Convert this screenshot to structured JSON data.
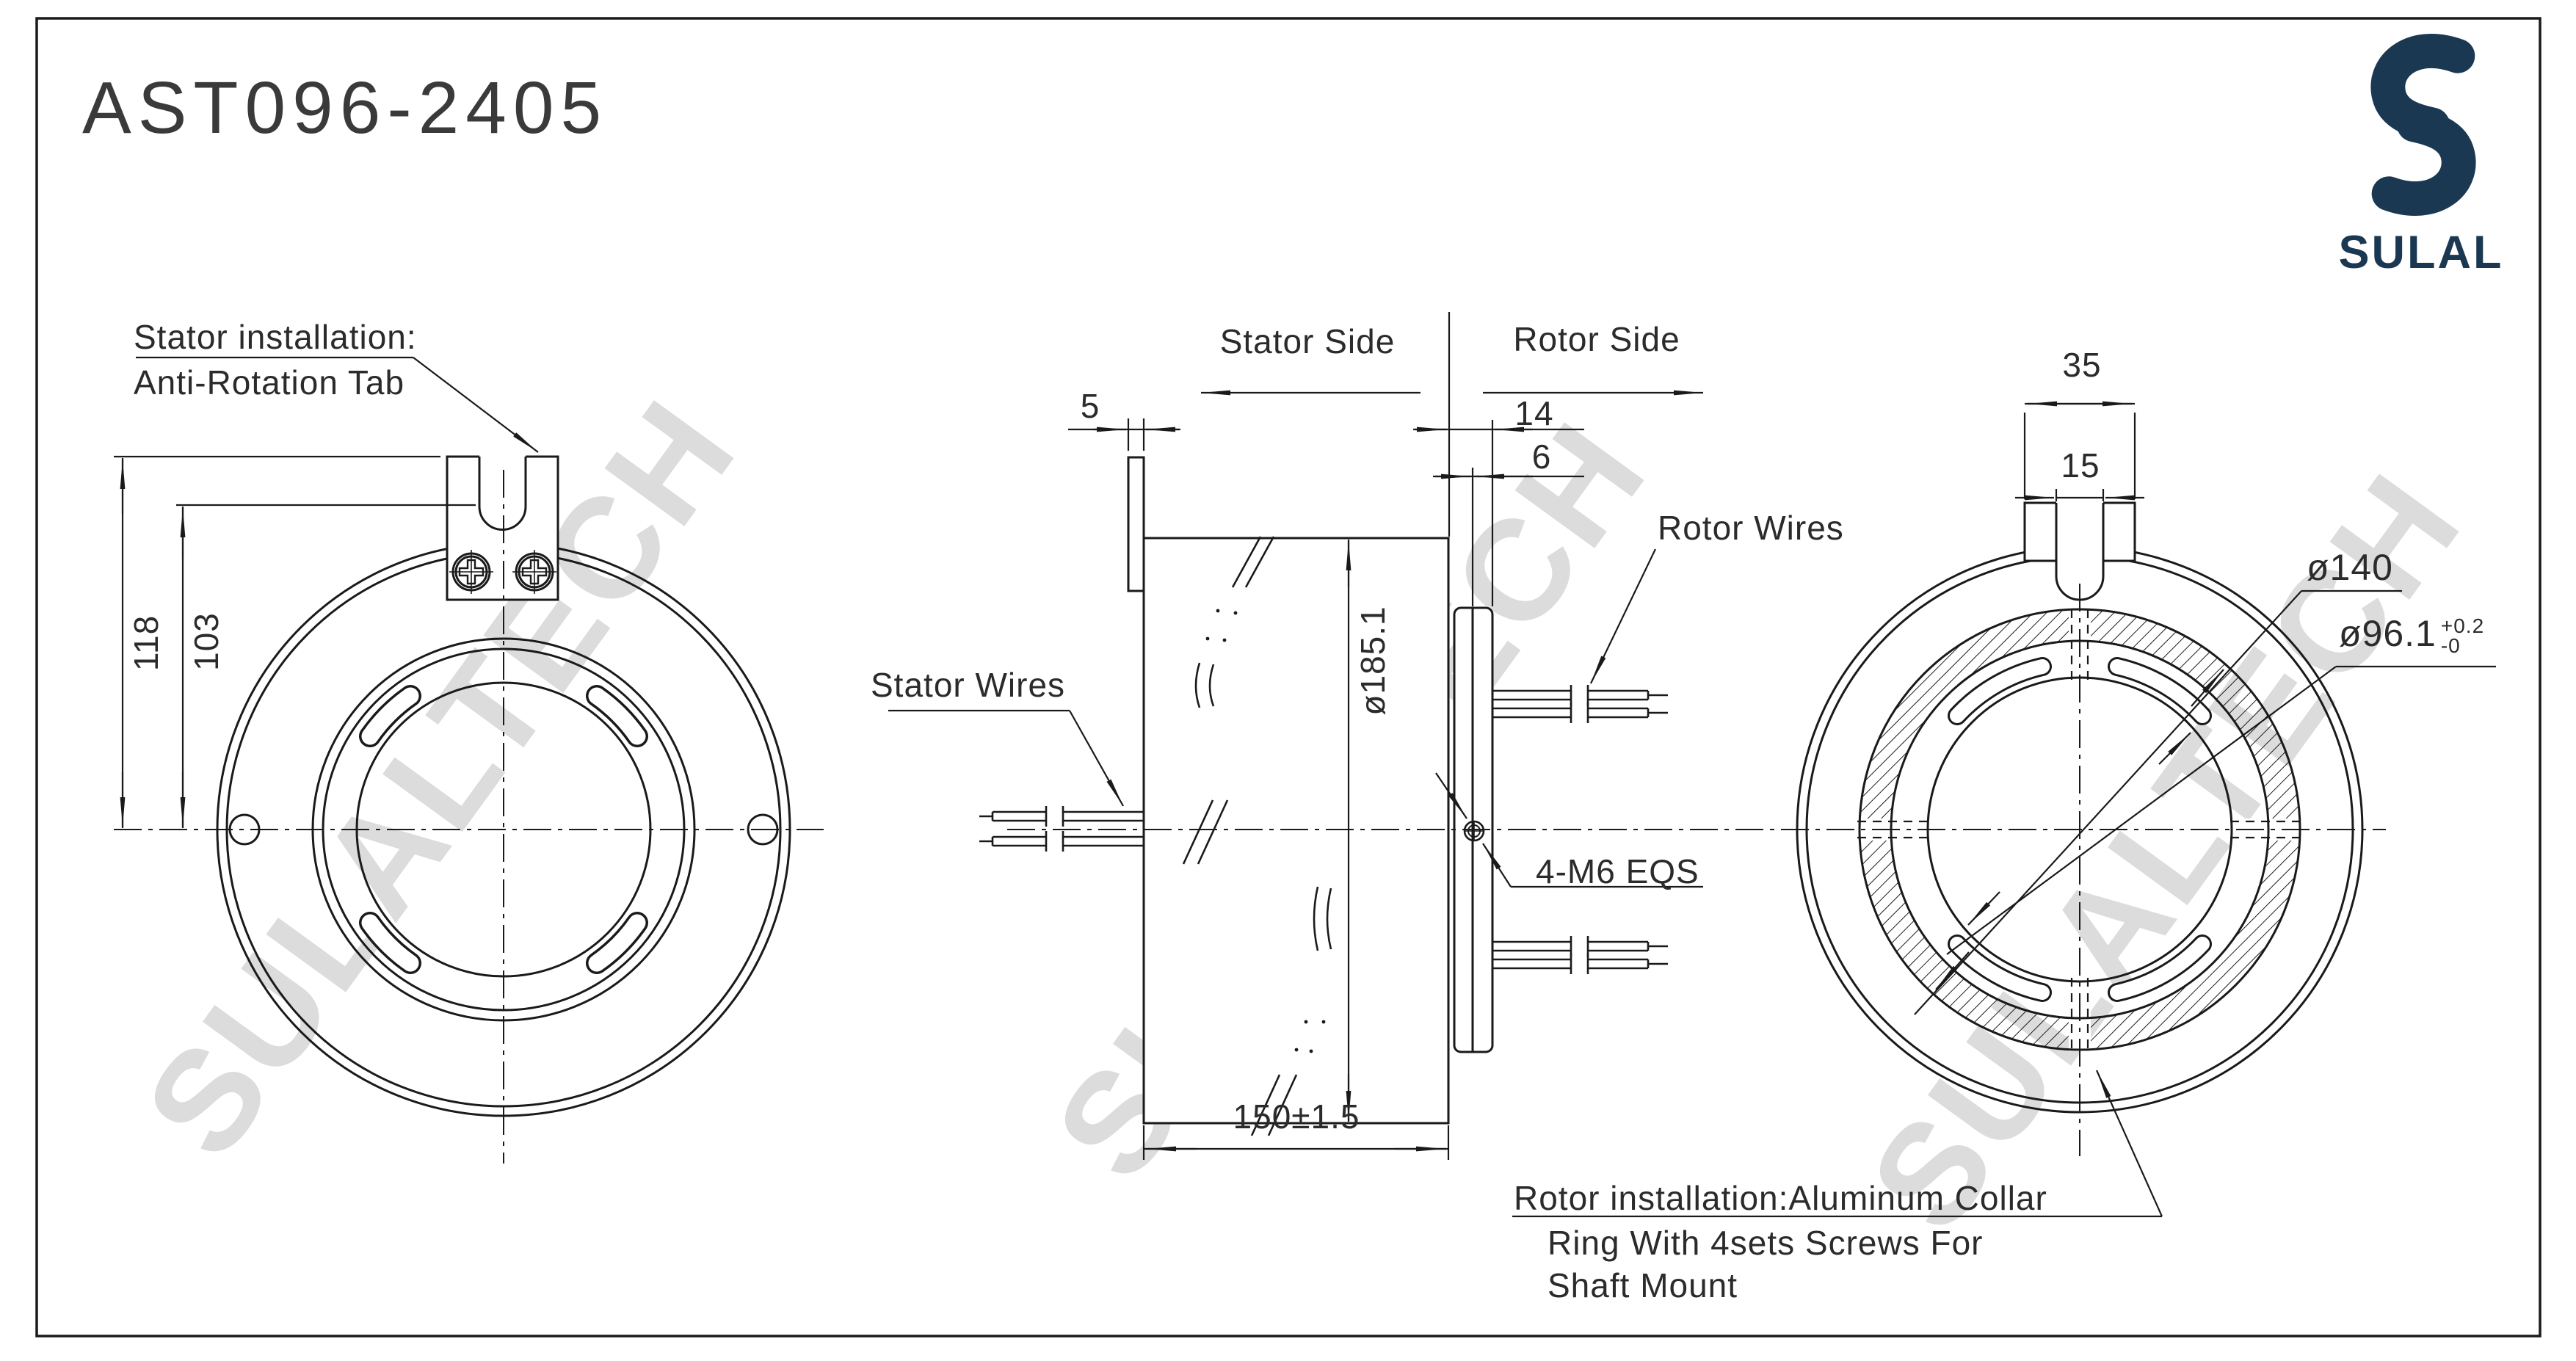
{
  "title": "AST096-2405",
  "logo": {
    "brand": "SULAL"
  },
  "watermark": {
    "text": "SULALTECH"
  },
  "colors": {
    "line": "#1a1a1a",
    "navy": "#1b3852",
    "watermark": "#dcdcdc"
  },
  "left_view": {
    "label_line1": "Stator installation:",
    "label_line2": "Anti-Rotation Tab",
    "dim_outer": "118",
    "dim_inner": "103"
  },
  "side_view": {
    "stator_side": "Stator Side",
    "rotor_side": "Rotor Side",
    "dim_tab": "5",
    "dim_collar_total": "14",
    "dim_collar": "6",
    "dim_diameter": "ø185.1",
    "dim_length": "150±1.5",
    "stator_wires": "Stator Wires",
    "rotor_wires": "Rotor Wires",
    "screw_note": "4-M6 EQS"
  },
  "right_view": {
    "dim_tab_width": "35",
    "dim_slot_width": "15",
    "dim_ring": "ø140",
    "dim_bore": "ø96.1",
    "tol_plus": "+0.2",
    "tol_minus": "-0",
    "note_line1": "Rotor installation:Aluminum Collar",
    "note_line2": "Ring With 4sets Screws For",
    "note_line3": "Shaft Mount"
  }
}
